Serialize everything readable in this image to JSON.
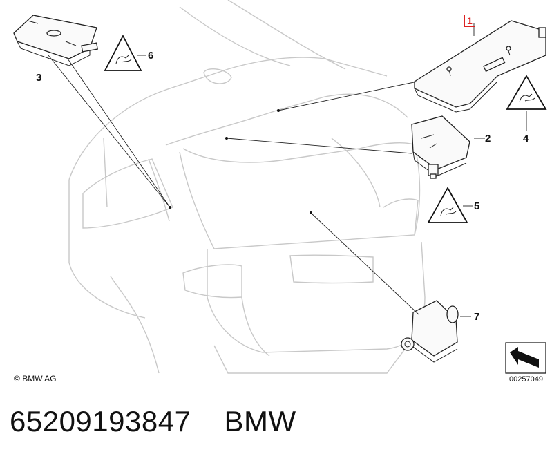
{
  "callouts": {
    "c1": "1",
    "c2": "2",
    "c3": "3",
    "c4": "4",
    "c5": "5",
    "c6": "6",
    "c7": "7"
  },
  "copyright": {
    "symbol": "©",
    "text": "BMW AG"
  },
  "diagram_id": "00257049",
  "footer": {
    "part_number": "65209193847",
    "brand": "BMW"
  },
  "colors": {
    "callout_highlight": "#dd2222",
    "car_outline": "#c8c8c8",
    "part_outline": "#222222"
  },
  "icons": [
    "warning-triangle-plug-icon",
    "arrow-direction-icon"
  ]
}
